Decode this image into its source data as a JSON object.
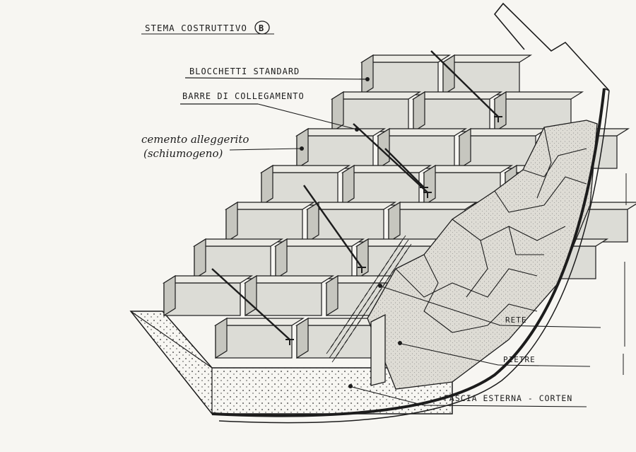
{
  "title": {
    "text": "STEMA COSTRUTTIVO",
    "badge": "B"
  },
  "labels": {
    "blocchetti": "BLOCCHETTI STANDARD",
    "barre": "BARRE DI COLLEGAMENTO",
    "cemento_line1": "cemento alleggerito",
    "cemento_line2": "(schiumogeno)",
    "rete": "RETE",
    "pietre": "PIETRE",
    "fascia": "FASCIA ESTERNA - CORTEN"
  },
  "colors": {
    "ink": "#1c1c1c",
    "paper": "#f7f6f2",
    "block_face": "#dcdcd6",
    "block_side": "#c6c6bf",
    "stone": "#d6d4cc"
  }
}
